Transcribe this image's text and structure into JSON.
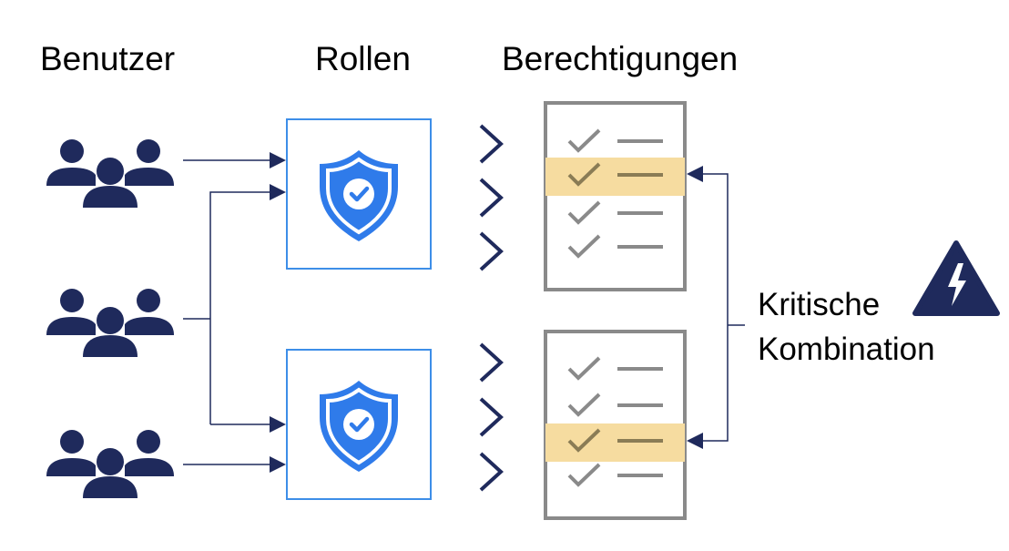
{
  "headers": {
    "users": "Benutzer",
    "roles": "Rollen",
    "permissions": "Berechtigungen"
  },
  "critical_label": {
    "line1": "Kritische",
    "line2": "Kombination"
  },
  "icons": {
    "user_group": "users-group-icon",
    "role": "shield-check-icon",
    "permission_list": "checklist-icon",
    "chevron": "chevron-right-icon",
    "warning": "warning-lightning-icon"
  },
  "colors": {
    "navy": "#1f2a5c",
    "shield_blue": "#2f7bea",
    "role_border": "#3d8ee8",
    "highlight": "#f6dca0",
    "list_gray": "#8a8a8a",
    "arrow": "#1f2a5c"
  },
  "permission_lists": [
    {
      "items": 4,
      "highlighted_index": 1
    },
    {
      "items": 4,
      "highlighted_index": 2
    }
  ]
}
